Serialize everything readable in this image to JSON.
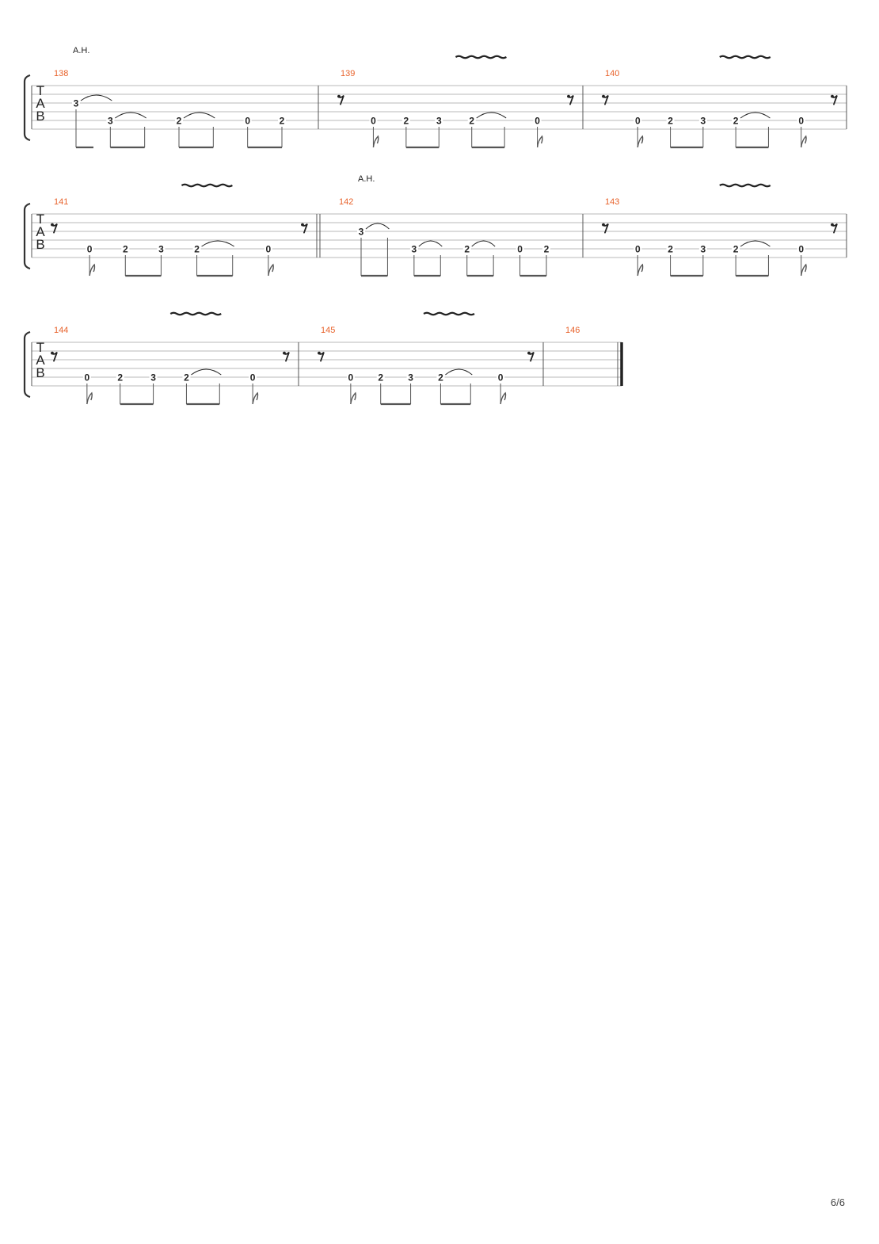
{
  "page": {
    "number_text": "6/6"
  },
  "colors": {
    "measure_number": "#e8632c",
    "staff_line": "#b8b8b8",
    "text": "#222222",
    "ink": "#555555",
    "background": "#ffffff"
  },
  "clef": [
    "T",
    "A",
    "B"
  ],
  "systems": [
    {
      "measures": [
        {
          "number": "138",
          "annotation": "A.H.",
          "vibrato": false,
          "events": [
            {
              "type": "note",
              "fret": "3",
              "string": 3,
              "tie": true,
              "group": "a"
            },
            {
              "type": "note",
              "fret": "3",
              "string": 5,
              "tie": true,
              "group": "b"
            },
            {
              "type": "note",
              "fret": "",
              "string": 5,
              "tie": false,
              "group": "b"
            },
            {
              "type": "note",
              "fret": "2",
              "string": 5,
              "tie": true,
              "group": "c"
            },
            {
              "type": "note",
              "fret": "",
              "string": 5,
              "tie": false,
              "group": "c"
            },
            {
              "type": "note",
              "fret": "0",
              "string": 5,
              "tie": false,
              "group": "d"
            },
            {
              "type": "note",
              "fret": "2",
              "string": 5,
              "tie": false,
              "group": "d"
            }
          ]
        },
        {
          "number": "139",
          "vibrato": true,
          "events": [
            {
              "type": "rest"
            },
            {
              "type": "note",
              "fret": "0",
              "string": 5,
              "flag": true
            },
            {
              "type": "note",
              "fret": "2",
              "string": 5,
              "group": "a"
            },
            {
              "type": "note",
              "fret": "3",
              "string": 5,
              "group": "a"
            },
            {
              "type": "note",
              "fret": "2",
              "string": 5,
              "tie": true,
              "group": "b"
            },
            {
              "type": "note",
              "fret": "",
              "string": 5,
              "group": "b"
            },
            {
              "type": "note",
              "fret": "0",
              "string": 5,
              "flag": true
            },
            {
              "type": "rest"
            }
          ]
        },
        {
          "number": "140",
          "vibrato": true,
          "events": [
            {
              "type": "rest"
            },
            {
              "type": "note",
              "fret": "0",
              "string": 5,
              "flag": true
            },
            {
              "type": "note",
              "fret": "2",
              "string": 5,
              "group": "a"
            },
            {
              "type": "note",
              "fret": "3",
              "string": 5,
              "group": "a"
            },
            {
              "type": "note",
              "fret": "2",
              "string": 5,
              "tie": true,
              "group": "b"
            },
            {
              "type": "note",
              "fret": "",
              "string": 5,
              "group": "b"
            },
            {
              "type": "note",
              "fret": "0",
              "string": 5,
              "flag": true
            },
            {
              "type": "rest"
            }
          ]
        }
      ]
    },
    {
      "measures": [
        {
          "number": "141",
          "vibrato": true,
          "events": [
            {
              "type": "rest"
            },
            {
              "type": "note",
              "fret": "0",
              "string": 5,
              "flag": true
            },
            {
              "type": "note",
              "fret": "2",
              "string": 5,
              "group": "a"
            },
            {
              "type": "note",
              "fret": "3",
              "string": 5,
              "group": "a"
            },
            {
              "type": "note",
              "fret": "2",
              "string": 5,
              "tie": true,
              "group": "b"
            },
            {
              "type": "note",
              "fret": "",
              "string": 5,
              "group": "b"
            },
            {
              "type": "note",
              "fret": "0",
              "string": 5,
              "flag": true
            },
            {
              "type": "rest"
            }
          ]
        },
        {
          "number": "142",
          "annotation": "A.H.",
          "repeat_start": true,
          "vibrato": false,
          "events": [
            {
              "type": "note",
              "fret": "3",
              "string": 3,
              "tie": true,
              "group": "a"
            },
            {
              "type": "note",
              "fret": "",
              "string": 3,
              "group": "a"
            },
            {
              "type": "note",
              "fret": "3",
              "string": 5,
              "tie": true,
              "group": "b"
            },
            {
              "type": "note",
              "fret": "",
              "string": 5,
              "group": "b"
            },
            {
              "type": "note",
              "fret": "2",
              "string": 5,
              "tie": true,
              "group": "c"
            },
            {
              "type": "note",
              "fret": "",
              "string": 5,
              "group": "c"
            },
            {
              "type": "note",
              "fret": "0",
              "string": 5,
              "group": "d"
            },
            {
              "type": "note",
              "fret": "2",
              "string": 5,
              "group": "d"
            }
          ]
        },
        {
          "number": "143",
          "vibrato": true,
          "events": [
            {
              "type": "rest"
            },
            {
              "type": "note",
              "fret": "0",
              "string": 5,
              "flag": true
            },
            {
              "type": "note",
              "fret": "2",
              "string": 5,
              "group": "a"
            },
            {
              "type": "note",
              "fret": "3",
              "string": 5,
              "group": "a"
            },
            {
              "type": "note",
              "fret": "2",
              "string": 5,
              "tie": true,
              "group": "b"
            },
            {
              "type": "note",
              "fret": "",
              "string": 5,
              "group": "b"
            },
            {
              "type": "note",
              "fret": "0",
              "string": 5,
              "flag": true
            },
            {
              "type": "rest"
            }
          ]
        }
      ]
    },
    {
      "measures": [
        {
          "number": "144",
          "vibrato": true,
          "events": [
            {
              "type": "rest"
            },
            {
              "type": "note",
              "fret": "0",
              "string": 5,
              "flag": true
            },
            {
              "type": "note",
              "fret": "2",
              "string": 5,
              "group": "a"
            },
            {
              "type": "note",
              "fret": "3",
              "string": 5,
              "group": "a"
            },
            {
              "type": "note",
              "fret": "2",
              "string": 5,
              "tie": true,
              "group": "b"
            },
            {
              "type": "note",
              "fret": "",
              "string": 5,
              "group": "b"
            },
            {
              "type": "note",
              "fret": "0",
              "string": 5,
              "flag": true
            },
            {
              "type": "rest"
            }
          ]
        },
        {
          "number": "145",
          "vibrato": true,
          "events": [
            {
              "type": "rest"
            },
            {
              "type": "note",
              "fret": "0",
              "string": 5,
              "flag": true
            },
            {
              "type": "note",
              "fret": "2",
              "string": 5,
              "group": "a"
            },
            {
              "type": "note",
              "fret": "3",
              "string": 5,
              "group": "a"
            },
            {
              "type": "note",
              "fret": "2",
              "string": 5,
              "tie": true,
              "group": "b"
            },
            {
              "type": "note",
              "fret": "",
              "string": 5,
              "group": "b"
            },
            {
              "type": "note",
              "fret": "0",
              "string": 5,
              "flag": true
            },
            {
              "type": "rest"
            }
          ]
        },
        {
          "number": "146",
          "final_barline": true,
          "vibrato": false,
          "events": []
        }
      ]
    }
  ]
}
